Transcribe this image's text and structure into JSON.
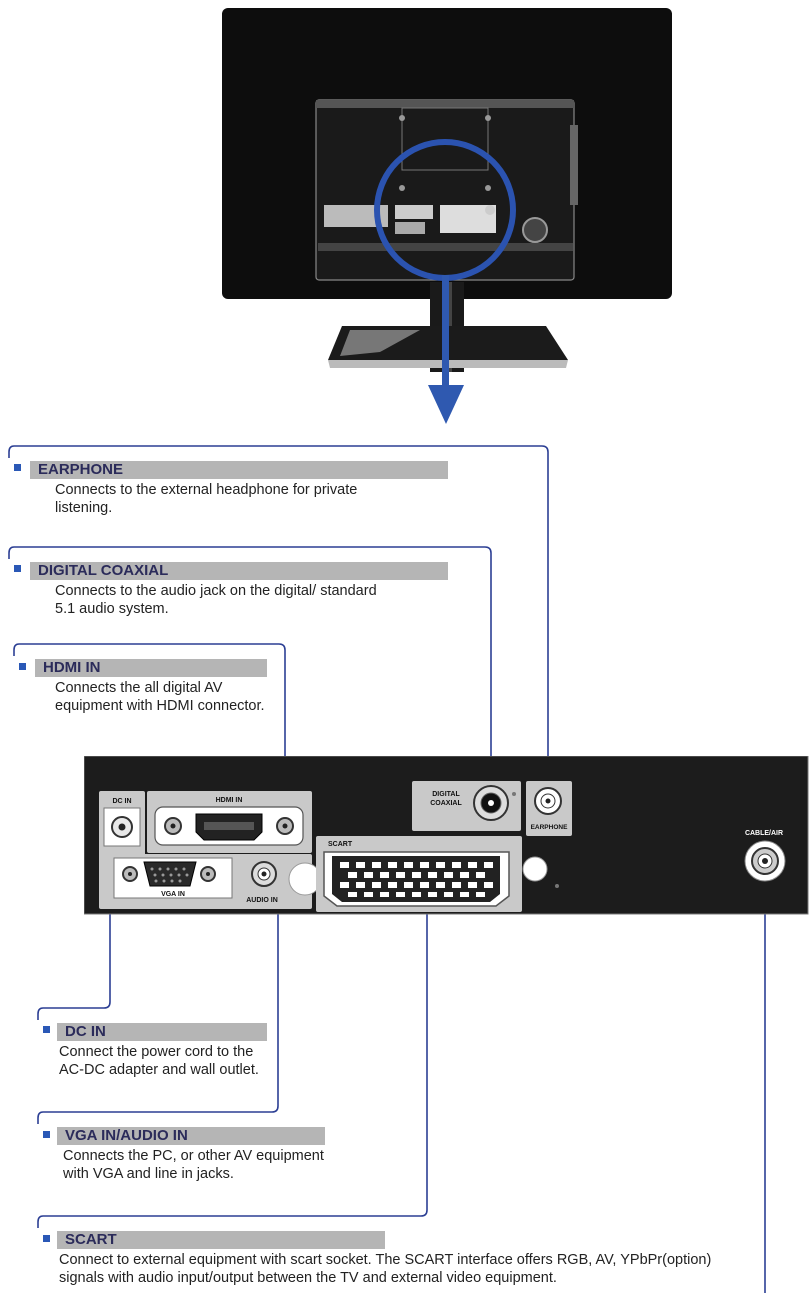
{
  "callouts": {
    "earphone": {
      "title": "EARPHONE",
      "desc": "Connects to the external headphone for private listening."
    },
    "digital_coaxial": {
      "title": "DIGITAL COAXIAL",
      "desc": "Connects to the audio jack on the digital/ standard 5.1 audio system."
    },
    "hdmi_in": {
      "title": "HDMI IN",
      "desc": "Connects the all digital AV equipment with HDMI connector."
    },
    "dc_in": {
      "title": "DC IN",
      "desc": "Connect the power cord to the AC-DC adapter and wall outlet."
    },
    "vga_audio": {
      "title": "VGA IN/AUDIO IN",
      "desc": "Connects the PC, or other AV equipment with VGA and line in jacks."
    },
    "scart": {
      "title": "SCART",
      "desc": "Connect to external equipment with scart socket. The SCART interface offers RGB, AV, YPbPr(option) signals with audio input/output between the TV and external video equipment."
    }
  },
  "panel": {
    "dc_in": "DC IN",
    "hdmi_in": "HDMI IN",
    "digital": "DIGITAL",
    "coaxial": "COAXIAL",
    "earphone": "EARPHONE",
    "scart": "SCART",
    "vga_in": "VGA IN",
    "audio_in": "AUDIO IN",
    "cable_air": "CABLE/AIR"
  },
  "colors": {
    "line": "#2c3f94",
    "bullet": "#2a58b6",
    "label_bg": "#b5b5b5",
    "panel": "#1c1c1c",
    "arrow": "#2f59b0"
  }
}
